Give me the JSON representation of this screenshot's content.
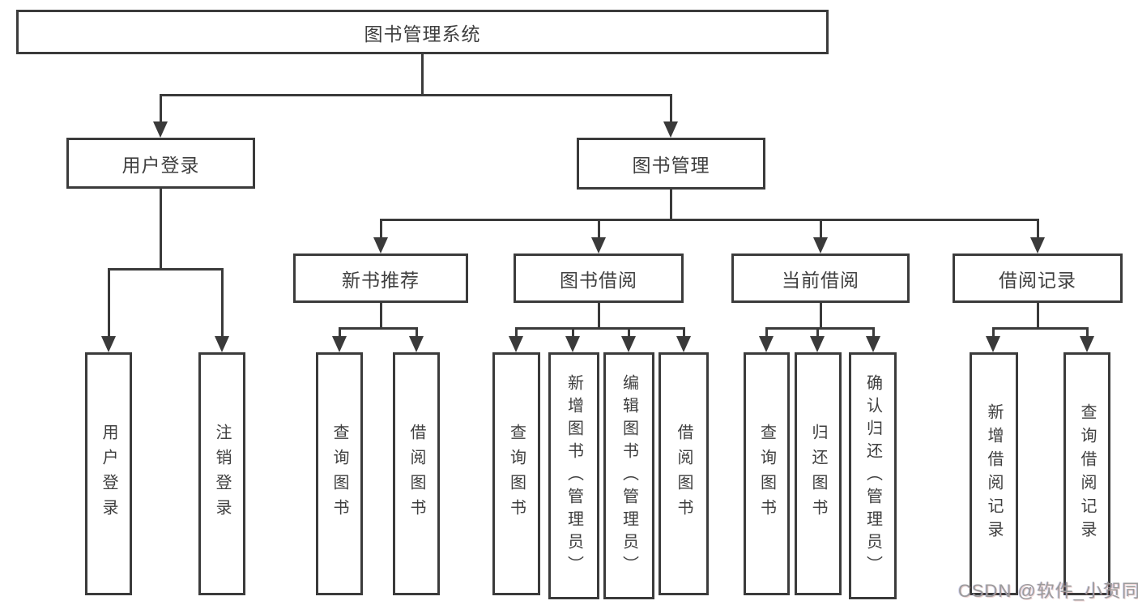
{
  "tree": {
    "label": "图书管理系统",
    "children": [
      {
        "label": "用户登录",
        "children": [
          {
            "label": "用户登录"
          },
          {
            "label": "注销登录"
          }
        ]
      },
      {
        "label": "图书管理",
        "children": [
          {
            "label": "新书推荐",
            "children": [
              {
                "label": "查询图书"
              },
              {
                "label": "借阅图书"
              }
            ]
          },
          {
            "label": "图书借阅",
            "children": [
              {
                "label": "查询图书"
              },
              {
                "label": "新增图书（管理员）"
              },
              {
                "label": "编辑图书（管理员）"
              },
              {
                "label": "借阅图书"
              }
            ]
          },
          {
            "label": "当前借阅",
            "children": [
              {
                "label": "查询图书"
              },
              {
                "label": "归还图书"
              },
              {
                "label": "确认归还（管理员）"
              }
            ]
          },
          {
            "label": "借阅记录",
            "children": [
              {
                "label": "新增借阅记录"
              },
              {
                "label": "查询借阅记录"
              }
            ]
          }
        ]
      }
    ]
  },
  "watermark": {
    "text": "CSDN @软件_小贺同学"
  },
  "colors": {
    "line": "#3a3a3a",
    "box_border": "#3b3b3b",
    "text": "#3f3f3f",
    "watermark": "#9b9b9b",
    "background": "#ffffff"
  }
}
